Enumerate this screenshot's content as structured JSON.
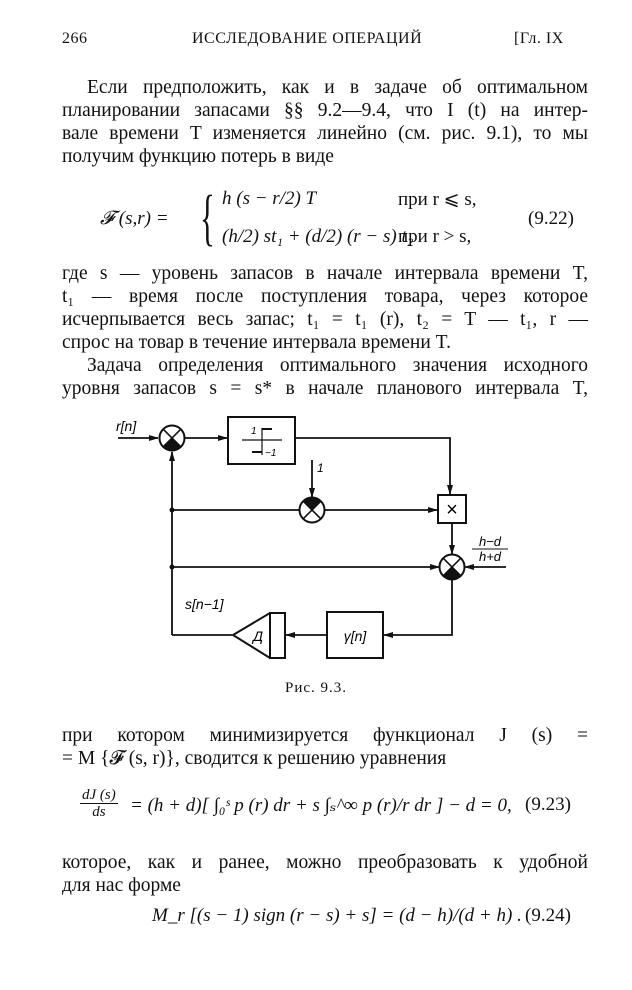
{
  "header": {
    "page_number": "266",
    "running_title": "ИССЛЕДОВАНИЕ ОПЕРАЦИЙ",
    "chapter": "[Гл. IX"
  },
  "para1": [
    "Если предположить, как и в задаче об оптимальном",
    "планировании запасами §§ 9.2—9.4, что I (t) на интер-",
    "вале времени T изменяется линейно (см. рис. 9.1), то мы",
    "получим функцию потерь в виде"
  ],
  "eq922": {
    "lhs": "𝓕 (s,r) =",
    "case1": "h (s − r/2) T",
    "case1_cond": "при   r ⩽ s,",
    "case2": "(h/2) st₁ + (d/2) (r − s) t₂",
    "case2_cond": "при   r > s,",
    "number": "(9.22)"
  },
  "para2": [
    "где s — уровень запасов в начале интервала времени T,",
    "t₁ — время после поступления товара, через которое",
    "исчерпывается весь запас; t₁ = t₁ (r), t₂ = T — t₁, r —",
    "спрос на товар в течение интервала времени T.",
    "Задача определения оптимального значения исходного",
    "уровня запасов s = s* в начале планового интервала T,"
  ],
  "figure": {
    "input_label": "r[n]",
    "relay_top": "1",
    "relay_bottom": "−1",
    "const_input": "1",
    "gain_num": "h−d",
    "gain_den": "h+d",
    "feedback_label": "s[n−1]",
    "delay_label": "Д",
    "gamma_label": "γ[n]",
    "multiplier_symbol": "×",
    "caption": "Рис. 9.3."
  },
  "para3": [
    "при котором минимизируется функционал J (s) =",
    "= M {𝓕 (s, r)}, сводится к решению уравнения"
  ],
  "eq923": {
    "lhs_num": "dJ (s)",
    "lhs_den": "ds",
    "body": "= (h + d)[ ∫₀ˢ p (r) dr + s ∫ₛ^∞ p (r)/r dr ] − d = 0,",
    "number": "(9.23)"
  },
  "para4": [
    "которое, как и ранее, можно преобразовать к удобной",
    "для нас форме"
  ],
  "eq924": {
    "body": "M_r [(s − 1) sign (r − s) + s] = (d − h)/(d + h) .",
    "number": "(9.24)"
  }
}
